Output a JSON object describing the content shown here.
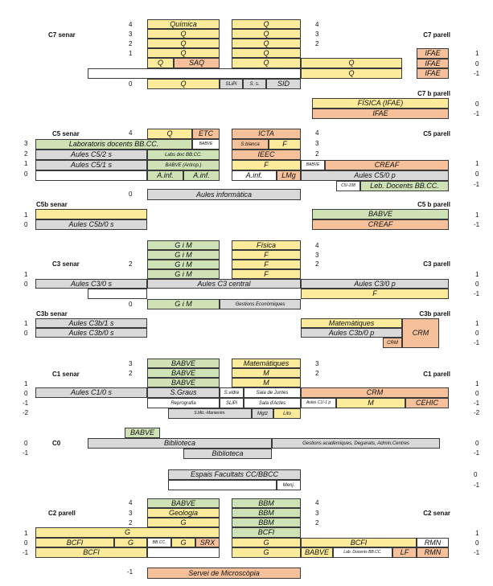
{
  "colors": {
    "yellow": "#fbeb9a",
    "green": "#cfe2b6",
    "orange": "#f6c19a",
    "grey": "#d9d9d9",
    "border": "#3a3a3a"
  },
  "sections": {
    "c7_senar": "C7 senar",
    "c7_parell": "C7 parell",
    "c7b_parell": "C7 b parell",
    "c5_senar": "C5 senar",
    "c5_parell": "C5 parell",
    "c5b_senar": "C5b senar",
    "c5b_parell": "C5 b parell",
    "c3_senar": "C3 senar",
    "c3_parell": "C3 parell",
    "c3b_senar": "C3b senar",
    "c3b_parell": "C3b parell",
    "c1_senar": "C1 senar",
    "c1_parell": "C1 parell",
    "c0": "C0",
    "c2_parell": "C2 parell",
    "c2_senar": "C2 senar"
  },
  "rooms": {
    "c7_quimica": "Química",
    "c7_q": "Q",
    "c7_saq": "SAQ",
    "c7_ifae": "IFAE",
    "c7_slipi": "SLiPi",
    "c7_ss": "S. s.",
    "c7_sid": "SID",
    "c7b_fisica_ifae": "FÍSICA (IFAE)",
    "c7b_ifae": "IFAE",
    "c5_q": "Q",
    "c5_etc": "ETC",
    "c5_icta": "ICTA",
    "c5_lab_docents": "Laboratoris docents BB.CC.",
    "c5_babve": "BABVE",
    "c5_sblanca": "S.blanca",
    "c5_f": "F",
    "c5_aules_c52s": "Aules C5/2 s",
    "c5_labs_doc": "Labs doc BB.CC.",
    "c5_ieec": "IEEC",
    "c5_aules_c51s": "Aules C5/1 s",
    "c5_babve_antrop": "BABVE (Antrop.)",
    "c5_creaf": "CREAF",
    "c5_ainf": "A.inf.",
    "c5_lmg": "LMg",
    "c5_aules_c50p": "Aules C5/0 p",
    "c5_c5108": "C5/-108",
    "c5_leb_docents": "Leb. Docents BB.CC.",
    "c5_aules_informatica": "Aules informàtica",
    "c5b_babve": "BABVE",
    "c5b_creaf": "CREAF",
    "c5b_aules_c5b0s": "Aules C5b/0 s",
    "c3_gim": "G i M",
    "c3_fisica": "Física",
    "c3_f": "F",
    "c3_aules_c30s": "Aules C3/0 s",
    "c3_aules_central": "Aules C3 central",
    "c3_aules_c30p": "Aules C3/0 p",
    "c3_gestions": "Gestions Econòmiques",
    "c3b_aules_c3b1s": "Aules C3b/1 s",
    "c3b_aules_c3b0s": "Aules C3b/0 s",
    "c3b_matematiques": "Matemàtiques",
    "c3b_aules_c3b0p": "Aules C3b/0 p",
    "c3b_crm": "CRM",
    "c1_babve": "BABVE",
    "c1_matematiques": "Matemàtiques",
    "c1_m": "M",
    "c1_aules_c10s": "Aules C1/0 s",
    "c1_sgraus": "S.Graus",
    "c1_svidre": "S.vidre",
    "c1_sala_juntes": "Sala de Juntes",
    "c1_crm": "CRM",
    "c1_reprografia": "Reprografia",
    "c1_slipi": "SLiPi",
    "c1_sala_actes": "Sala d'Actes",
    "c1_aules_c11p": "Aules C1/-1 p",
    "c1_cehic": "CEHIC",
    "c1_smtc": "S.Mtc.-Mantením.",
    "c1_mgtz": "Mgtz",
    "c1_lito": "Lito",
    "c0_babve": "BABVE",
    "c0_biblioteca": "Biblioteca",
    "c0_gestions": "Gestions acadèmiques, Deganats, Admin.Centres",
    "espais": "Espais Facultats CC/BBCC",
    "menj": "Menj.",
    "c2_babve": "BABVE",
    "c2_bbm": "BBM",
    "c2_geologia": "Geologia",
    "c2_g": "G",
    "c2_bcfi": "BCFI",
    "c2_bbcc": "BB.CC.",
    "c2_srx": "SRX",
    "c2_rmn": "RMN",
    "c2_lab_docents": "Lab. Docents BB.CC.",
    "c2_lf": "LF",
    "c2_servei": "Servei de Microscòpia"
  },
  "floors": {
    "p4": "4",
    "p3": "3",
    "p2": "2",
    "p1": "1",
    "p0": "0",
    "m1": "-1",
    "m2": "-2"
  }
}
